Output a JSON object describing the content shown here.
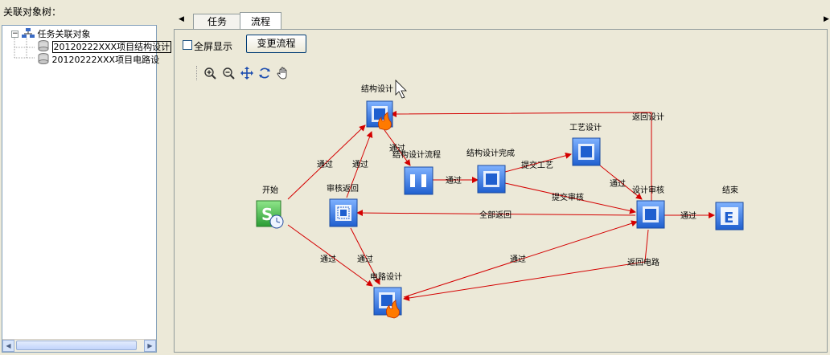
{
  "left_panel": {
    "title": "关联对象树：",
    "tree": {
      "root": {
        "label": "任务关联对象",
        "expander": "−"
      },
      "children": [
        {
          "label": "20120222XXX项目结构设计",
          "selected": true
        },
        {
          "label": "20120222XXX项目电路设"
        }
      ]
    }
  },
  "tabs": [
    {
      "label": "任务",
      "active": false
    },
    {
      "label": "流程",
      "active": true
    }
  ],
  "toolbar": {
    "fullscreen_label": "全屏显示",
    "fullscreen_checked": false,
    "change_flow_label": "变更流程",
    "icons": [
      "zoom-in-icon",
      "zoom-out-icon",
      "move-icon",
      "refresh-icon",
      "hand-icon"
    ]
  },
  "flow": {
    "nodes": [
      {
        "id": "start",
        "label": "开始",
        "icon": "start-clock-icon"
      },
      {
        "id": "struct",
        "label": "结构设计",
        "icon": "task-fire-icon"
      },
      {
        "id": "struct_flow",
        "label": "结构设计流程",
        "icon": "pause-icon"
      },
      {
        "id": "struct_done",
        "label": "结构设计完成",
        "icon": "activity-icon"
      },
      {
        "id": "craft",
        "label": "工艺设计",
        "icon": "activity-icon"
      },
      {
        "id": "review_back",
        "label": "审核返回",
        "icon": "review-icon"
      },
      {
        "id": "design_review",
        "label": "设计审核",
        "icon": "activity-icon"
      },
      {
        "id": "end",
        "label": "结束",
        "icon": "end-icon"
      },
      {
        "id": "circuit",
        "label": "电路设计",
        "icon": "task-fire-icon"
      }
    ],
    "edges": [
      {
        "from": "start",
        "to": "struct",
        "label": "通过"
      },
      {
        "from": "start",
        "to": "circuit",
        "label": "通过"
      },
      {
        "from": "review_back",
        "to": "struct",
        "label": "通过"
      },
      {
        "from": "review_back",
        "to": "circuit",
        "label": "通过"
      },
      {
        "from": "struct",
        "to": "struct_flow",
        "label": "通过"
      },
      {
        "from": "struct_flow",
        "to": "struct_done",
        "label": "通过"
      },
      {
        "from": "struct_done",
        "to": "craft",
        "label": "提交工艺"
      },
      {
        "from": "struct_done",
        "to": "design_review",
        "label": "提交审核"
      },
      {
        "from": "craft",
        "to": "design_review",
        "label": "通过"
      },
      {
        "from": "design_review",
        "to": "end",
        "label": "通过"
      },
      {
        "from": "design_review",
        "to": "struct",
        "label": "返回设计"
      },
      {
        "from": "design_review",
        "to": "review_back",
        "label": "全部返回"
      },
      {
        "from": "design_review",
        "to": "circuit",
        "label": "返回电路"
      },
      {
        "from": "circuit",
        "to": "design_review",
        "label": "通过"
      }
    ]
  },
  "colors": {
    "edge": "#d40000",
    "node_blue": "#2a6fd6",
    "start_green": "#3cb043",
    "end_blue": "#1e63c9"
  }
}
